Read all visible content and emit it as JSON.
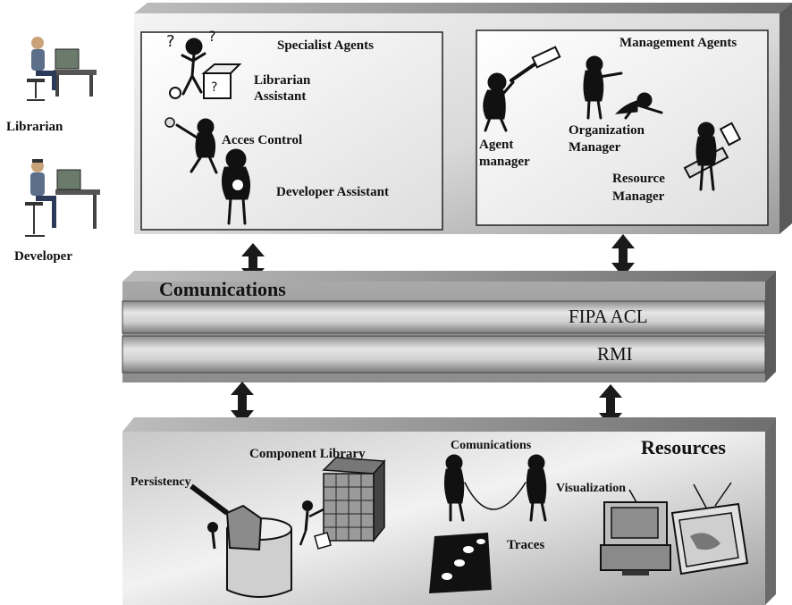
{
  "users": {
    "librarian": "Librarian",
    "developer": "Developer"
  },
  "agents": {
    "specialist_title": "Specialist Agents",
    "librarian_assistant": [
      "Librarian",
      "Assistant"
    ],
    "access_control": "Acces Control",
    "developer_assistant": "Developer Assistant",
    "management_title": "Management Agents",
    "agent_manager": [
      "Agent",
      "manager"
    ],
    "organization_manager": [
      "Organization",
      "Manager"
    ],
    "resource_manager": [
      "Resource",
      "Manager"
    ]
  },
  "communications": {
    "title": "Comunications",
    "layer1": "FIPA ACL",
    "layer2": "RMI"
  },
  "resources": {
    "title": "Resources",
    "component_library": "Component Library",
    "persistency": "Persistency",
    "comunications": "Comunications",
    "visualization": "Visualization",
    "traces": "Traces"
  }
}
